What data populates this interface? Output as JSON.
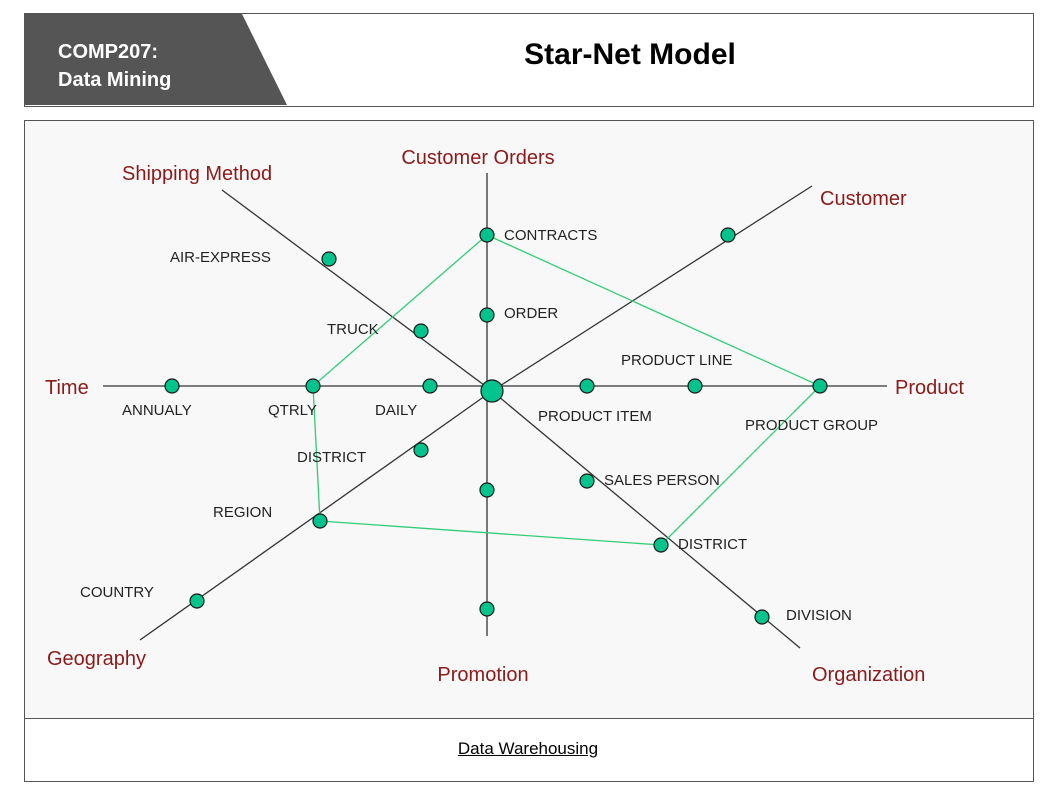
{
  "header": {
    "course": "COMP207:\nData Mining",
    "title": "Star-Net Model"
  },
  "footer": {
    "text": "Data Warehousing"
  },
  "colors": {
    "node_fill": "#00c48c",
    "node_stroke": "#1a1a1a",
    "axis_line": "#333333",
    "query_line": "#33cc77",
    "dimension_label": "#8b1a1a",
    "header_tab": "#555555"
  },
  "diagram": {
    "dimensions": [
      {
        "id": "customer-orders",
        "label": "Customer Orders"
      },
      {
        "id": "shipping-method",
        "label": "Shipping Method"
      },
      {
        "id": "customer",
        "label": "Customer"
      },
      {
        "id": "time",
        "label": "Time"
      },
      {
        "id": "product",
        "label": "Product"
      },
      {
        "id": "geography",
        "label": "Geography"
      },
      {
        "id": "promotion",
        "label": "Promotion"
      },
      {
        "id": "organization",
        "label": "Organization"
      }
    ],
    "levels": [
      {
        "id": "contracts",
        "label": "CONTRACTS"
      },
      {
        "id": "order",
        "label": "ORDER"
      },
      {
        "id": "air-express",
        "label": "AIR-EXPRESS"
      },
      {
        "id": "truck",
        "label": "TRUCK"
      },
      {
        "id": "product-line",
        "label": "PRODUCT LINE"
      },
      {
        "id": "product-item",
        "label": "PRODUCT ITEM"
      },
      {
        "id": "product-group",
        "label": "PRODUCT GROUP"
      },
      {
        "id": "annualy",
        "label": "ANNUALY"
      },
      {
        "id": "qtrly",
        "label": "QTRLY"
      },
      {
        "id": "daily",
        "label": "DAILY"
      },
      {
        "id": "district-geo",
        "label": "DISTRICT"
      },
      {
        "id": "region",
        "label": "REGION"
      },
      {
        "id": "country",
        "label": "COUNTRY"
      },
      {
        "id": "sales-person",
        "label": "SALES PERSON"
      },
      {
        "id": "district-org",
        "label": "DISTRICT"
      },
      {
        "id": "division",
        "label": "DIVISION"
      }
    ]
  }
}
